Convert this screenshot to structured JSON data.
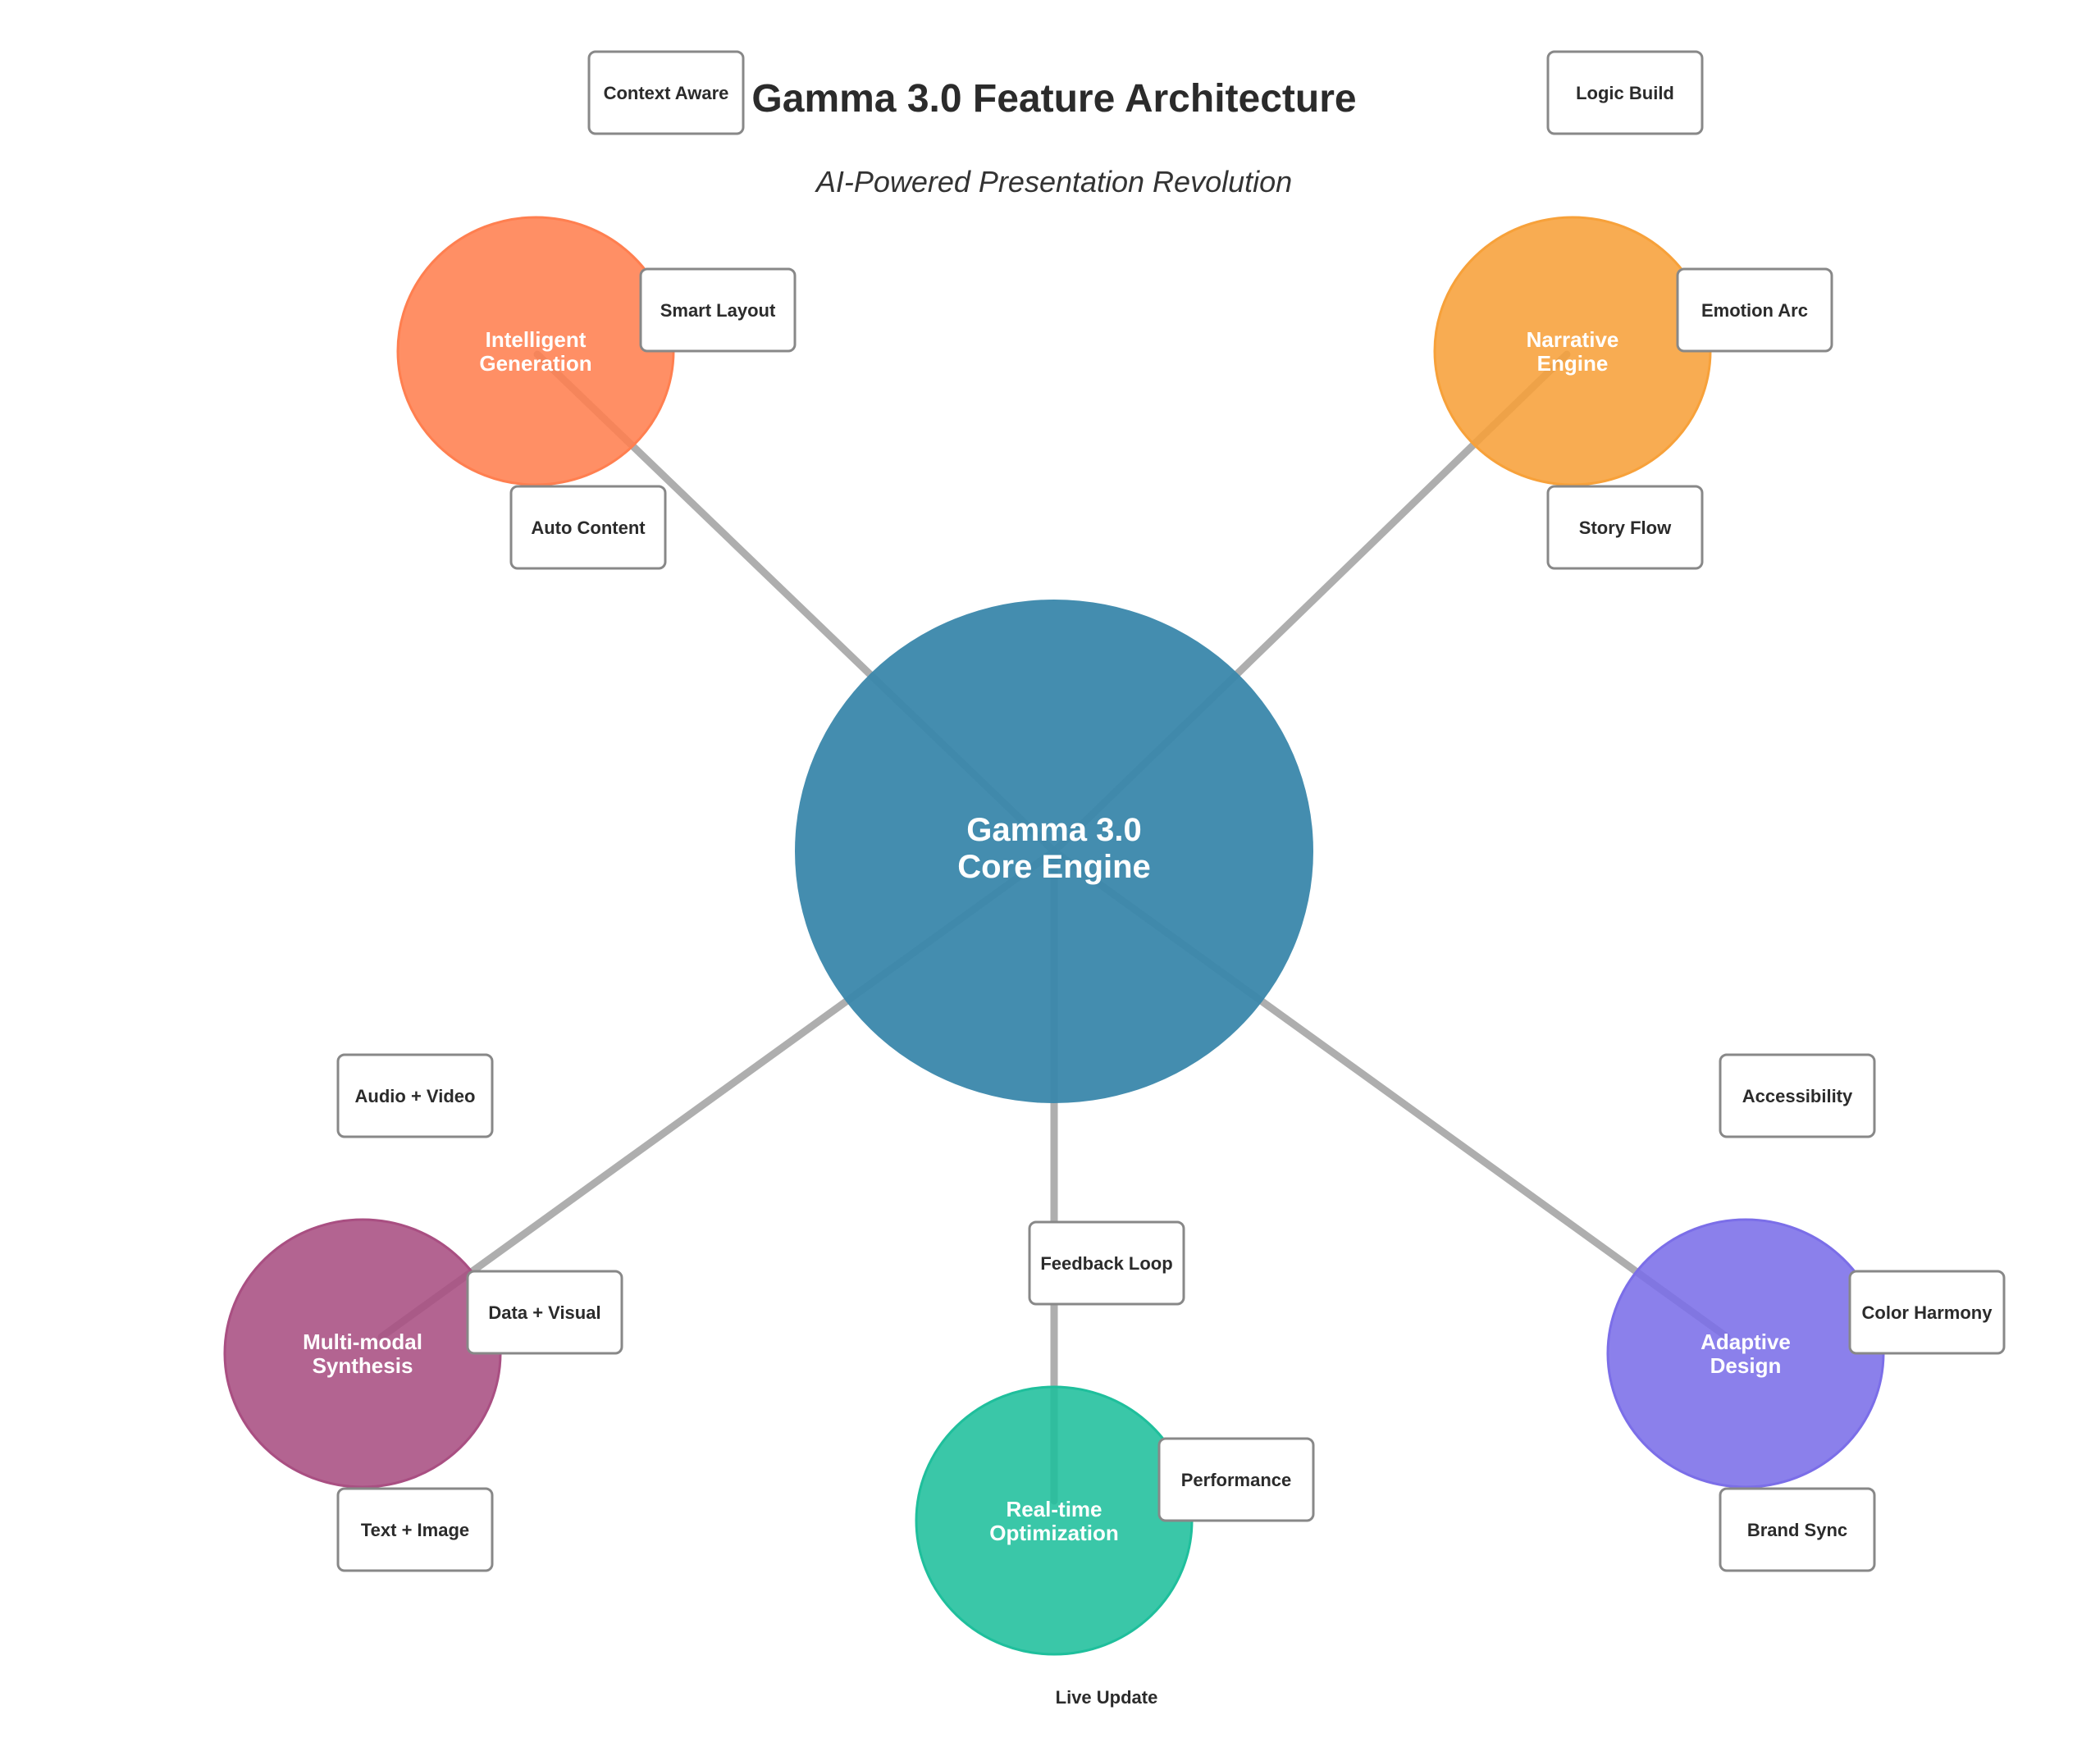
{
  "title": "Gamma 3.0 Feature Architecture",
  "subtitle": "AI-Powered Presentation Revolution",
  "core": {
    "lines": [
      "Gamma 3.0",
      "Core Engine"
    ],
    "color": "#3a87ab"
  },
  "modules": [
    {
      "id": "intelligent-generation",
      "lines": [
        "Intelligent",
        "Generation"
      ],
      "color": "#ff7f50",
      "features": [
        "Context Aware",
        "Smart Layout",
        "Auto Content"
      ]
    },
    {
      "id": "narrative-engine",
      "lines": [
        "Narrative",
        "Engine"
      ],
      "color": "#f7a13a",
      "features": [
        "Logic Build",
        "Emotion Arc",
        "Story Flow"
      ]
    },
    {
      "id": "multimodal-synthesis",
      "lines": [
        "Multi-modal",
        "Synthesis"
      ],
      "color": "#a94f82",
      "features": [
        "Audio + Video",
        "Data + Visual",
        "Text + Image"
      ]
    },
    {
      "id": "realtime-optimization",
      "lines": [
        "Real-time",
        "Optimization"
      ],
      "color": "#1fbf9c",
      "features": [
        "Feedback Loop",
        "Performance",
        "Live Update"
      ]
    },
    {
      "id": "adaptive-design",
      "lines": [
        "Adaptive",
        "Design"
      ],
      "color": "#7b6ee8",
      "features": [
        "Accessibility",
        "Color Harmony",
        "Brand Sync"
      ]
    }
  ]
}
